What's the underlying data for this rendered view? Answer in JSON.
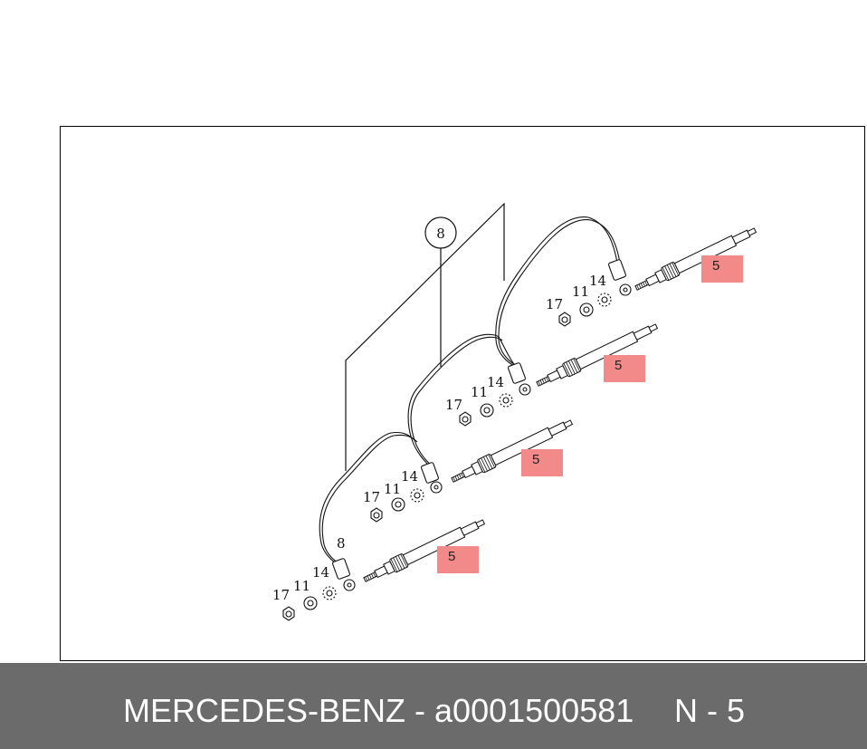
{
  "diagram": {
    "circled_label": "8",
    "stacks": [
      {
        "labels": [
          "17",
          "11",
          "14"
        ],
        "part_label": "5"
      },
      {
        "labels": [
          "17",
          "11",
          "14"
        ],
        "part_label": "5"
      },
      {
        "labels": [
          "17",
          "11",
          "14"
        ],
        "part_label": "5"
      },
      {
        "labels": [
          "17",
          "11",
          "14"
        ],
        "part_label": "5"
      }
    ],
    "extra_label": "8"
  },
  "footer": {
    "title": "MERCEDES-BENZ - a0001500581",
    "page": "N - 5"
  },
  "colors": {
    "highlight": "#f28a8a",
    "footer_bg": "#6b6b6b",
    "footer_text": "#ffffff"
  }
}
